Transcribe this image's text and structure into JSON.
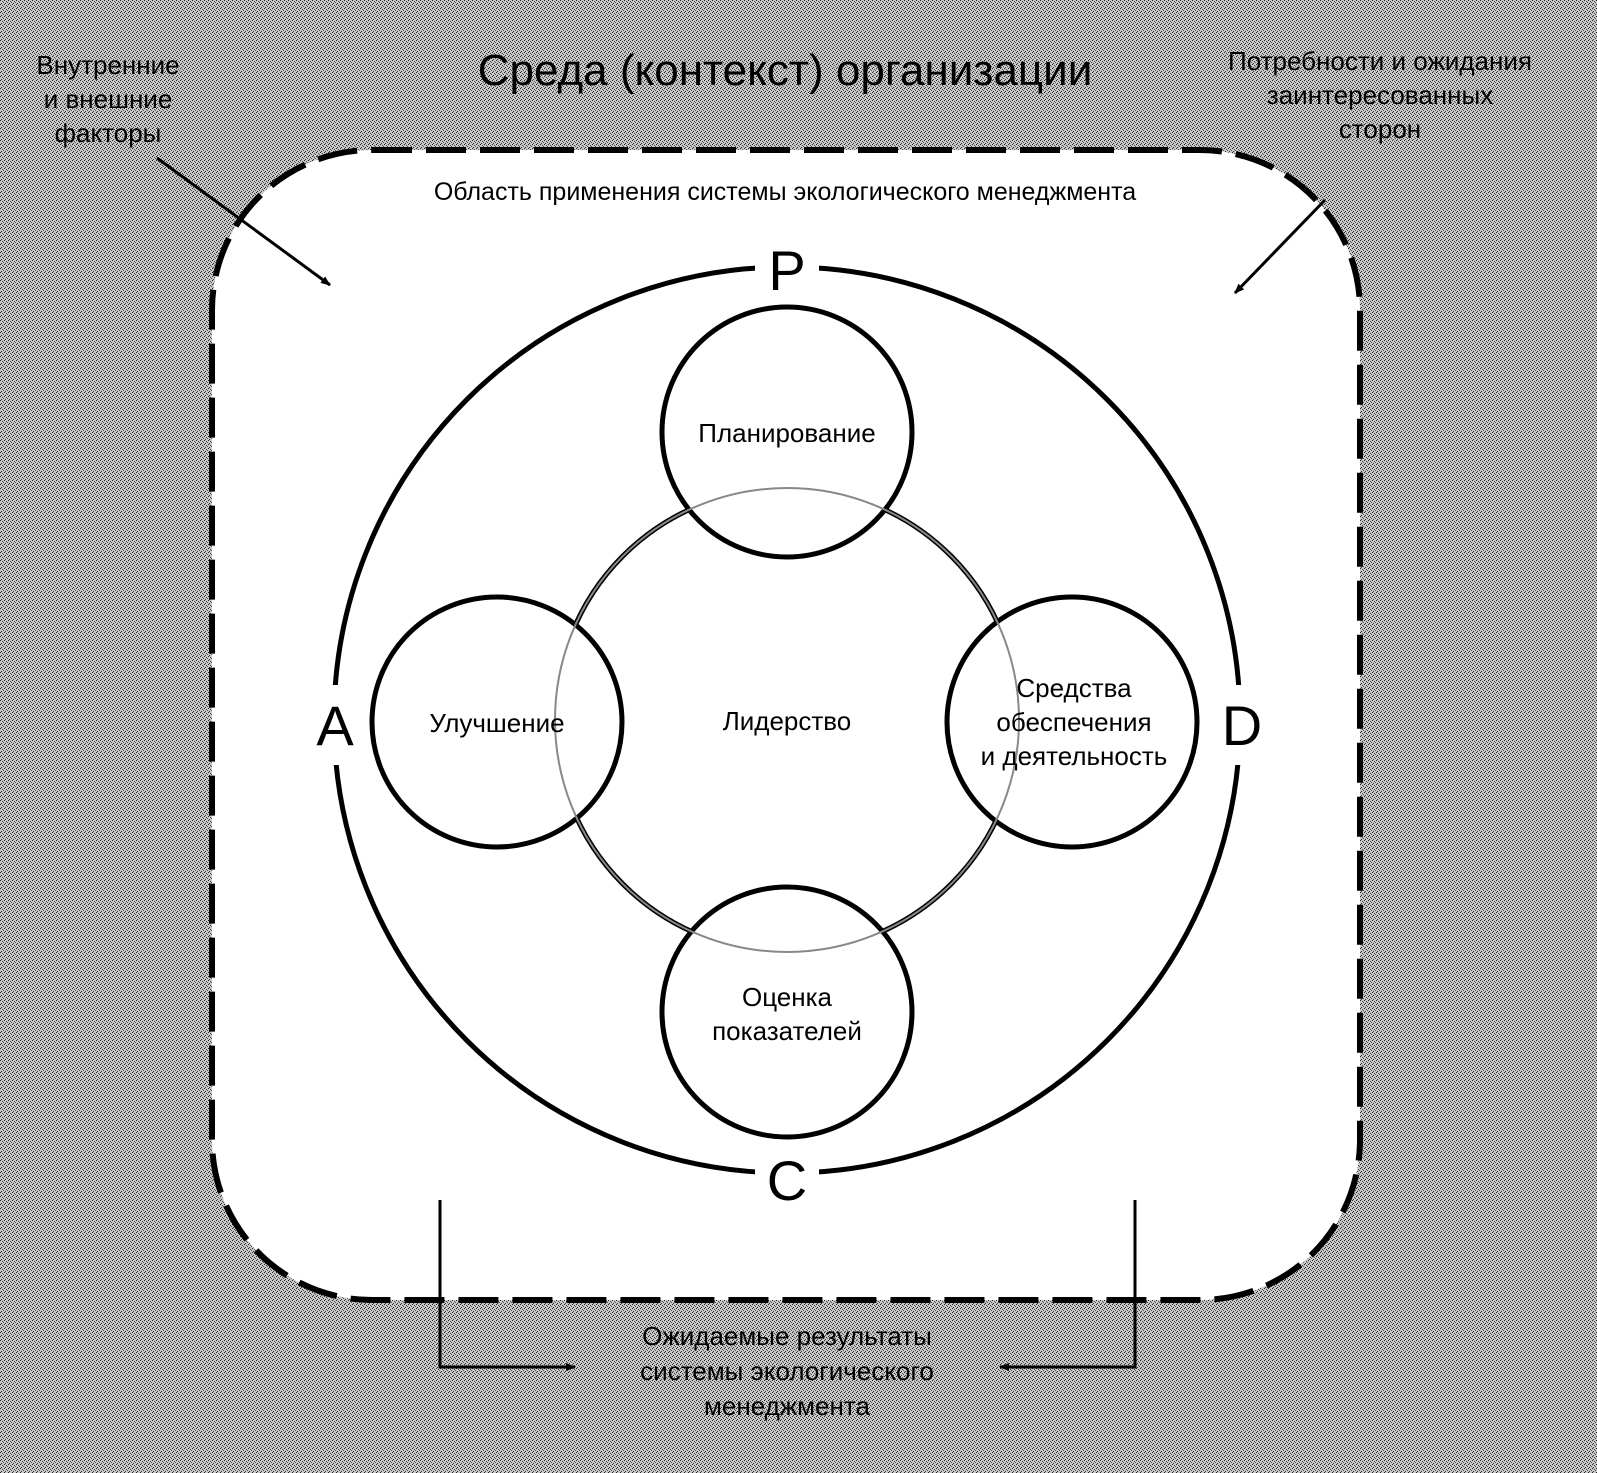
{
  "title": "Среда (контекст) организации",
  "left_note": [
    "Внутренние",
    "и внешние",
    "факторы"
  ],
  "right_note": [
    "Потребности и ожидания",
    "заинтересованных",
    "сторон"
  ],
  "scope_label": "Область применения системы экологического менеджмента",
  "pdca": {
    "p": "P",
    "d": "D",
    "c": "C",
    "a": "A"
  },
  "center": "Лидерство",
  "planning": "Планирование",
  "improvement": "Улучшение",
  "support": [
    "Средства",
    "обеспечения",
    "и деятельность"
  ],
  "evaluation": [
    "Оценка",
    "показателей"
  ],
  "outcomes": [
    "Ожидаемые результаты",
    "системы экологического",
    "менеджмента"
  ]
}
